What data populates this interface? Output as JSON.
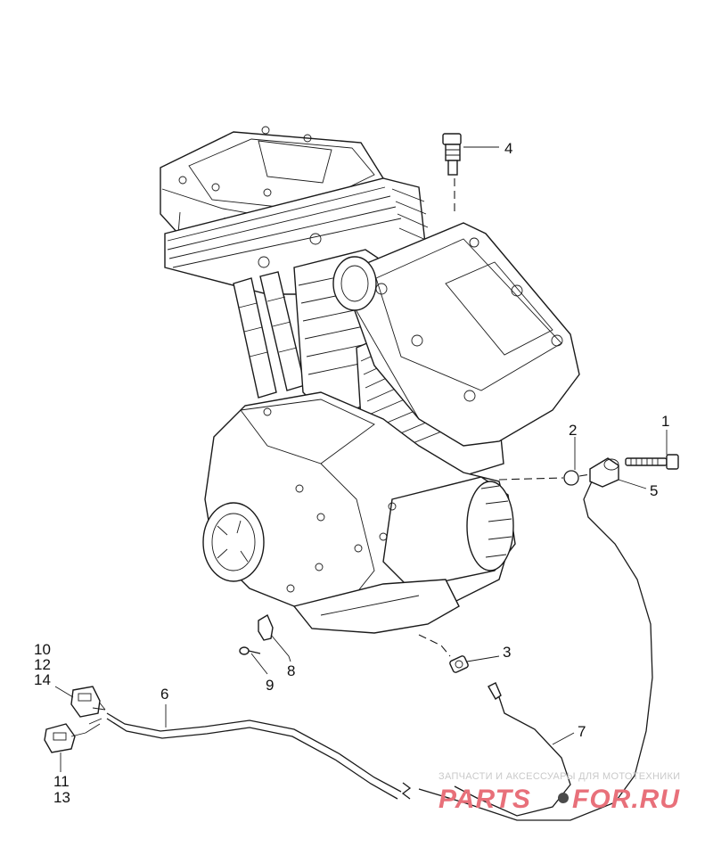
{
  "callouts": [
    {
      "id": "c1",
      "text": "1"
    },
    {
      "id": "c2",
      "text": "2"
    },
    {
      "id": "c3",
      "text": "3"
    },
    {
      "id": "c4",
      "text": "4"
    },
    {
      "id": "c5",
      "text": "5"
    },
    {
      "id": "c6",
      "text": "6"
    },
    {
      "id": "c7",
      "text": "7"
    },
    {
      "id": "c8",
      "text": "8"
    },
    {
      "id": "c9",
      "text": "9"
    },
    {
      "id": "c10",
      "text": "10"
    },
    {
      "id": "c11",
      "text": "11"
    },
    {
      "id": "c12",
      "text": "12"
    },
    {
      "id": "c13",
      "text": "13"
    },
    {
      "id": "c14",
      "text": "14"
    }
  ],
  "watermark": {
    "tagline": "ЗАПЧАСТИ И АКСЕССУАРЫ ДЛЯ МОТОТЕХНИКИ",
    "brand_left": "PARTS",
    "brand_right": "FOR.RU",
    "brand_color": "#e8707a",
    "dot_color": "#4a4a4a"
  },
  "colors": {
    "line": "#1a1a1a",
    "background": "#ffffff"
  }
}
